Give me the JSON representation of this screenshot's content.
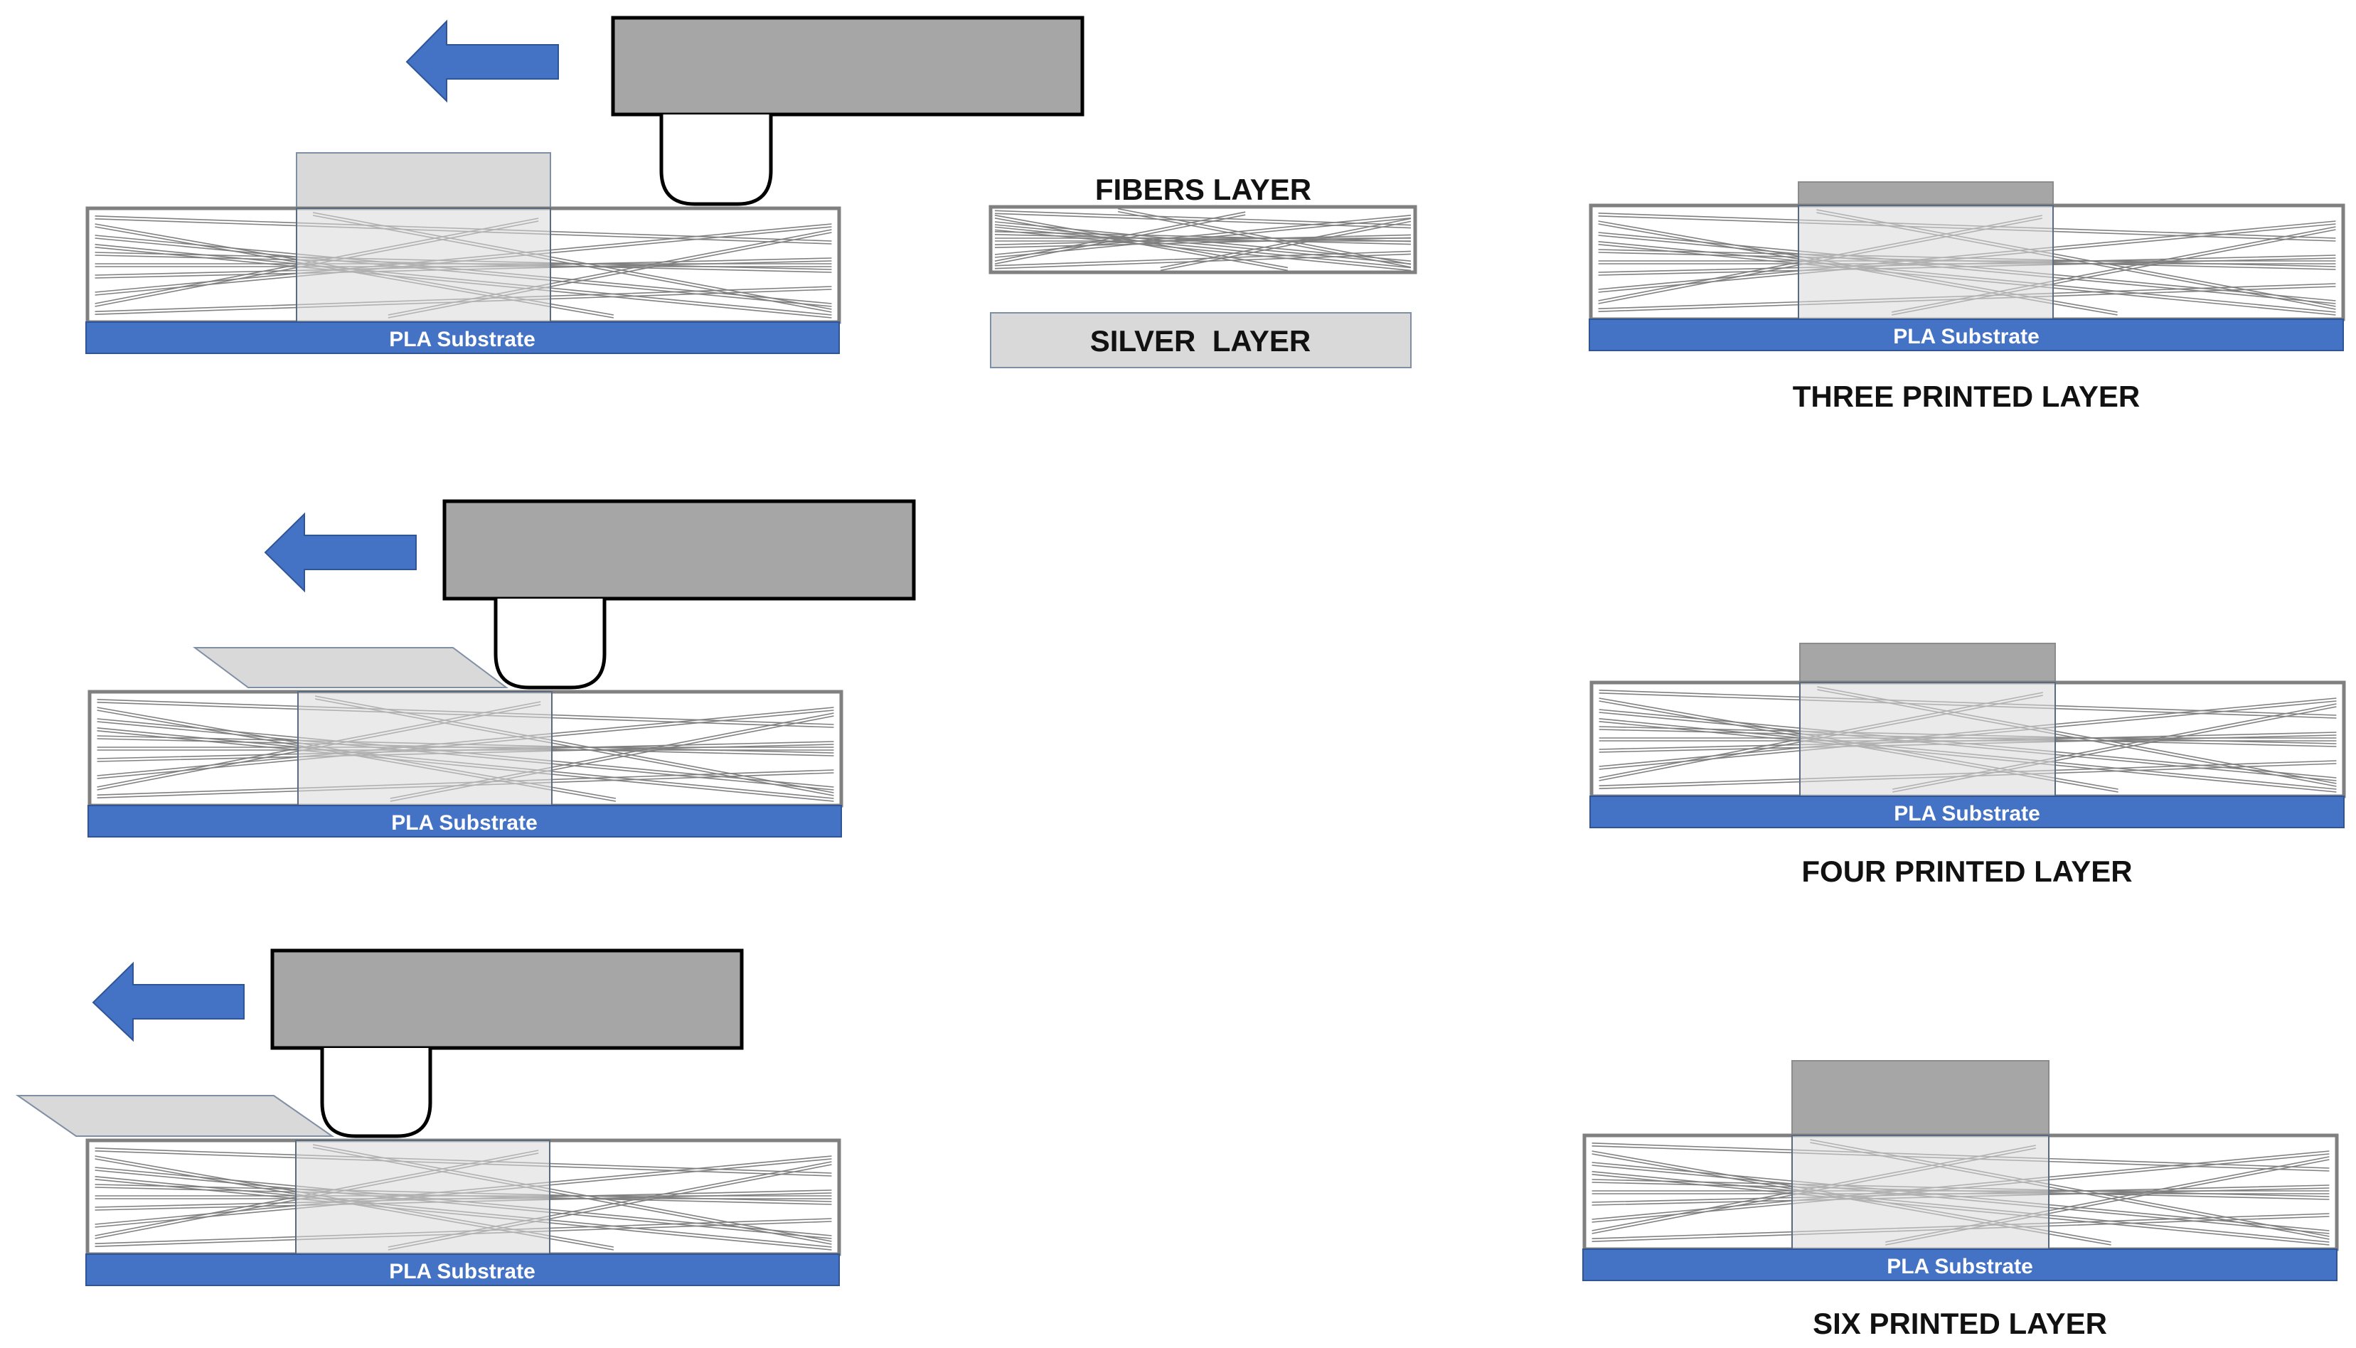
{
  "colors": {
    "substrate": "#4472C4",
    "arrow": "#4472C4",
    "silver": "#D9D9D9",
    "printed_silver": "#A6A6A6",
    "printhead": "#A6A6A6",
    "fiber_line": "#808080",
    "outline": "#000000"
  },
  "legend": {
    "fibers_label": "FIBERS LAYER",
    "silver_label": "SILVER  LAYER"
  },
  "substrate_label": "PLA Substrate",
  "process_steps": [
    {
      "substrate_label": "PLA Substrate"
    },
    {
      "substrate_label": "PLA Substrate"
    },
    {
      "substrate_label": "PLA Substrate"
    }
  ],
  "results": [
    {
      "caption": "THREE PRINTED LAYER",
      "substrate_label": "PLA Substrate",
      "layers": 3
    },
    {
      "caption": "FOUR PRINTED LAYER",
      "substrate_label": "PLA Substrate",
      "layers": 4
    },
    {
      "caption": "SIX PRINTED LAYER",
      "substrate_label": "PLA Substrate",
      "layers": 6
    }
  ]
}
